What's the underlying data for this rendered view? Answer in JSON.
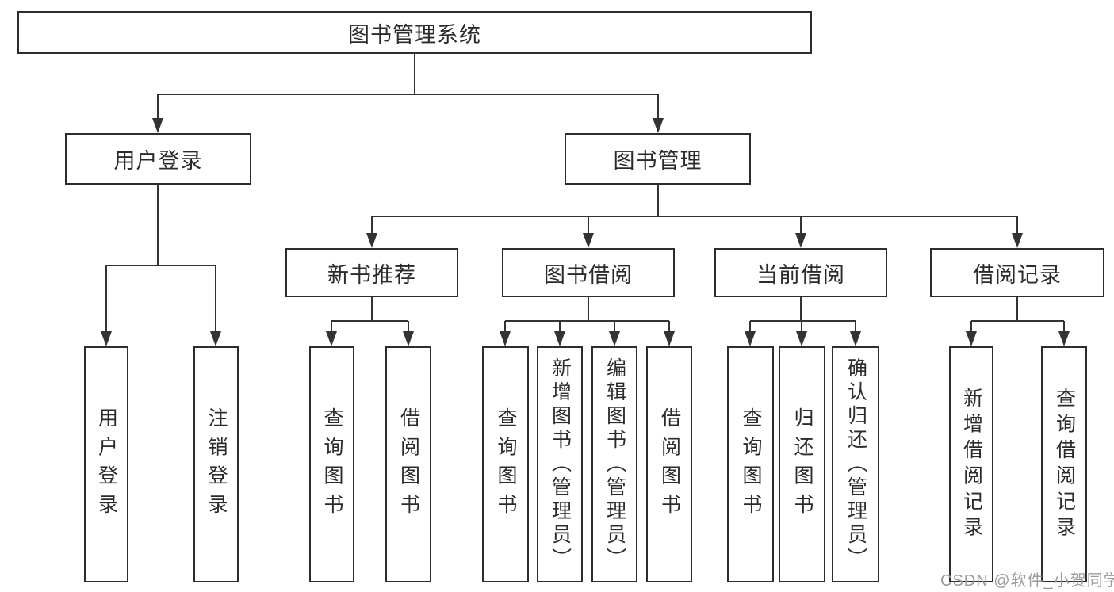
{
  "diagram": {
    "title": "图书管理系统",
    "tree": {
      "root": {
        "label": "图书管理系统",
        "children": [
          {
            "label": "用户登录",
            "children": [
              {
                "label": "用户登录"
              },
              {
                "label": "注销登录"
              }
            ]
          },
          {
            "label": "图书管理",
            "children": [
              {
                "label": "新书推荐",
                "children": [
                  {
                    "label": "查询图书"
                  },
                  {
                    "label": "借阅图书"
                  }
                ]
              },
              {
                "label": "图书借阅",
                "children": [
                  {
                    "label": "查询图书"
                  },
                  {
                    "label": "新增图书（管理员）"
                  },
                  {
                    "label": "编辑图书（管理员）"
                  },
                  {
                    "label": "借阅图书"
                  }
                ]
              },
              {
                "label": "当前借阅",
                "children": [
                  {
                    "label": "查询图书"
                  },
                  {
                    "label": "归还图书"
                  },
                  {
                    "label": "确认归还（管理员）"
                  }
                ]
              },
              {
                "label": "借阅记录",
                "children": [
                  {
                    "label": "新增借阅记录"
                  },
                  {
                    "label": "查询借阅记录"
                  }
                ]
              }
            ]
          }
        ]
      }
    },
    "colors": {
      "line": "#333333",
      "box_border": "#2d2d2d",
      "background": "#ffffff",
      "text": "#2b2b2b"
    }
  },
  "watermark": {
    "text": "CSDN @软件_小贺同学",
    "color": "#9c9c9c"
  }
}
